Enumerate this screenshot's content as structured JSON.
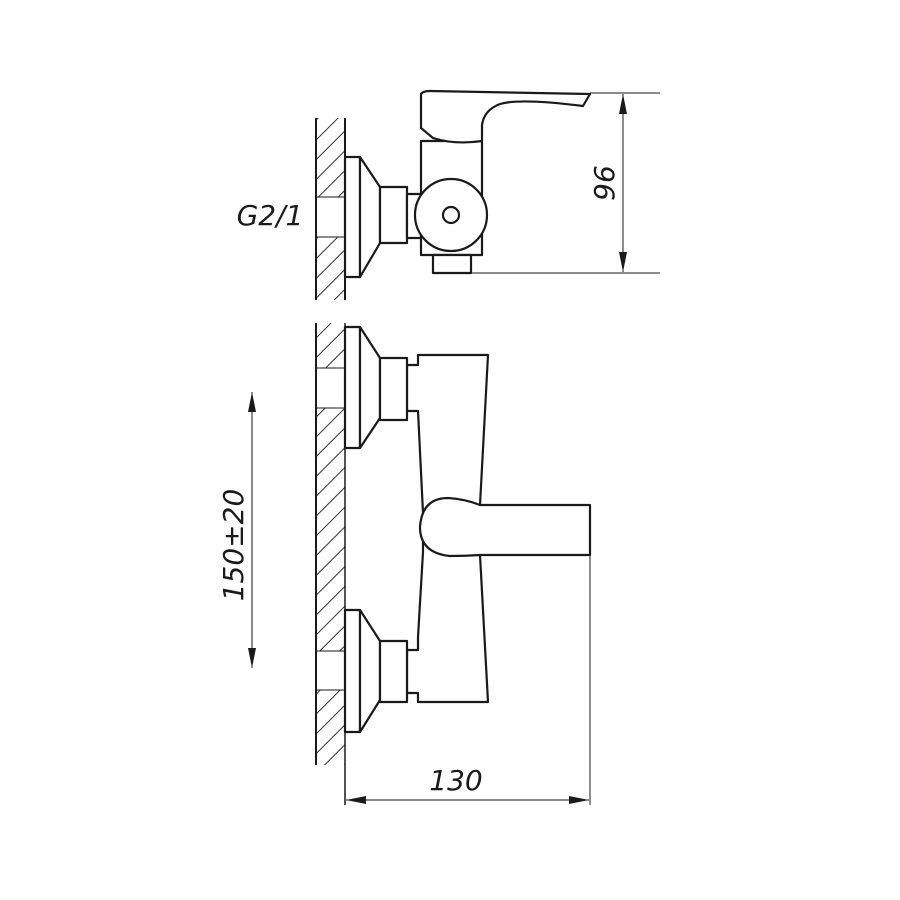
{
  "drawing": {
    "thread_label": "G2/1",
    "height_dimension": "96",
    "spacing_dimension": "150±20",
    "depth_dimension": "130"
  },
  "colors": {
    "line": "#1a1a1a",
    "background": "#ffffff"
  }
}
